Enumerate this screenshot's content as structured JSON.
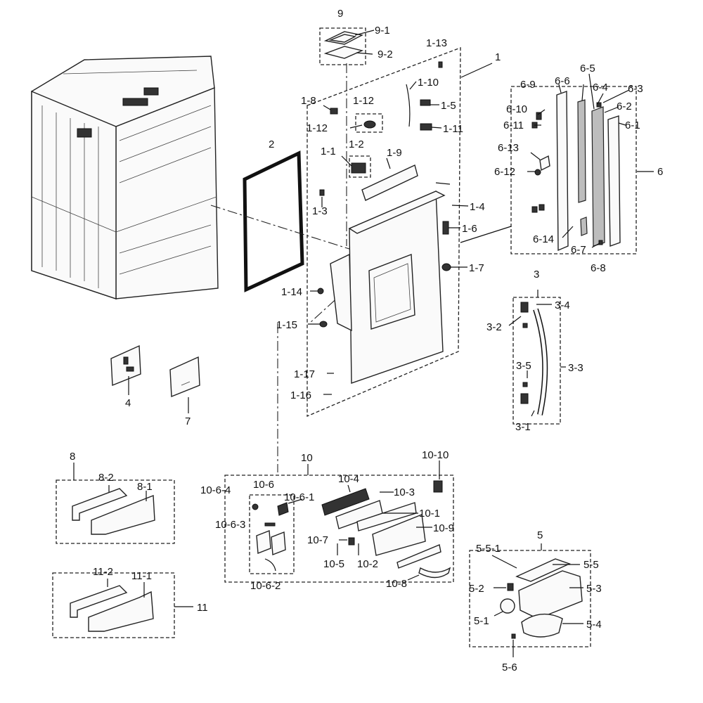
{
  "diagram": {
    "labels": [
      "9",
      "9-1",
      "9-2",
      "1-13",
      "1",
      "1-10",
      "1-8",
      "1-12",
      "1-5",
      "1-12",
      "1-11",
      "1-1",
      "1-2",
      "1-9",
      "1-3",
      "1-4",
      "1-6",
      "1-7",
      "1-14",
      "1-15",
      "1-17",
      "1-16",
      "2",
      "4",
      "7",
      "6-9",
      "6-6",
      "6-5",
      "6-4",
      "6-3",
      "6-2",
      "6-10",
      "6-11",
      "6-1",
      "6-13",
      "6",
      "6-12",
      "6-14",
      "6-7",
      "6-8",
      "3",
      "3-4",
      "3-2",
      "3-5",
      "3-3",
      "3-1",
      "8",
      "8-2",
      "8-1",
      "10",
      "10-10",
      "10-4",
      "10-6-4",
      "10-6",
      "10-6-1",
      "10-3",
      "10-1",
      "10-6-3",
      "10-9",
      "10-7",
      "10-5",
      "10-2",
      "10-8",
      "10-6-2",
      "11-2",
      "11-1",
      "11",
      "5",
      "5-5-1",
      "5-5",
      "5-2",
      "5-3",
      "5-1",
      "5-4",
      "5-6"
    ]
  }
}
